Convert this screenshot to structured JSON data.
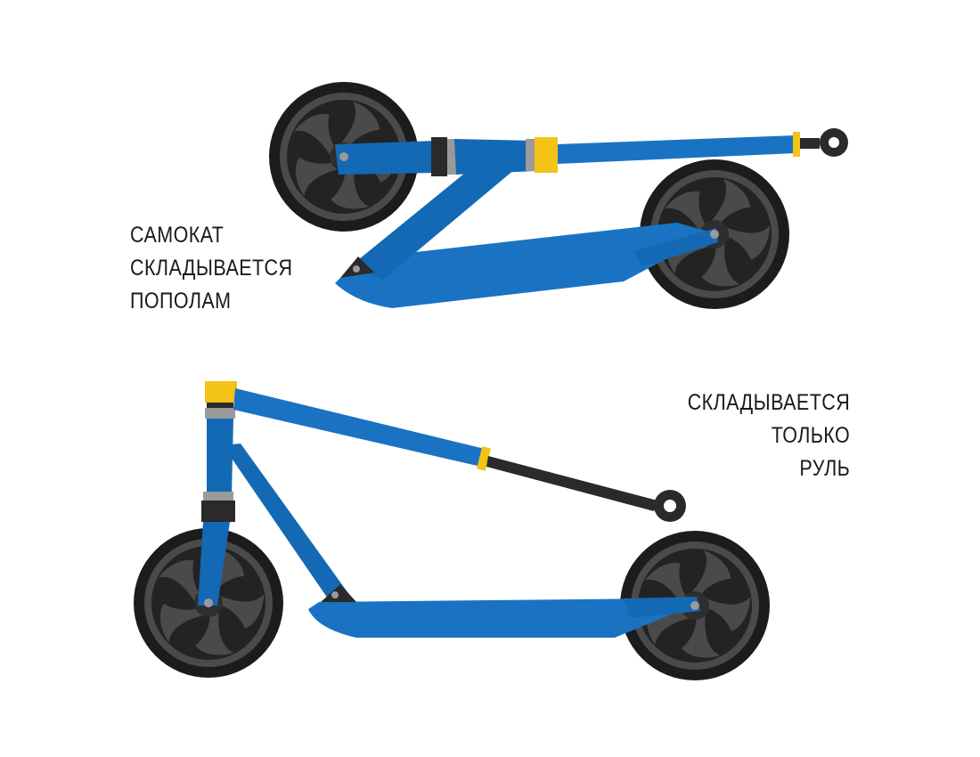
{
  "captions": {
    "top": [
      "САМОКАТ",
      "СКЛАДЫВАЕТСЯ",
      "ПОПОЛАМ"
    ],
    "bottom": [
      "СКЛАДЫВАЕТСЯ",
      "ТОЛЬКО",
      "РУЛЬ"
    ]
  },
  "colors": {
    "frame_blue": "#1469b4",
    "frame_blue_light": "#2f86cf",
    "deck_blue": "#1a73c2",
    "clamp_yellow": "#f3c316",
    "grip_black": "#2a2a2a",
    "tire_black": "#1c1c1c",
    "rim_gray": "#4a4a4a",
    "spoke_dark": "#2e2e2e",
    "hub_gray": "#9a9a9a"
  }
}
